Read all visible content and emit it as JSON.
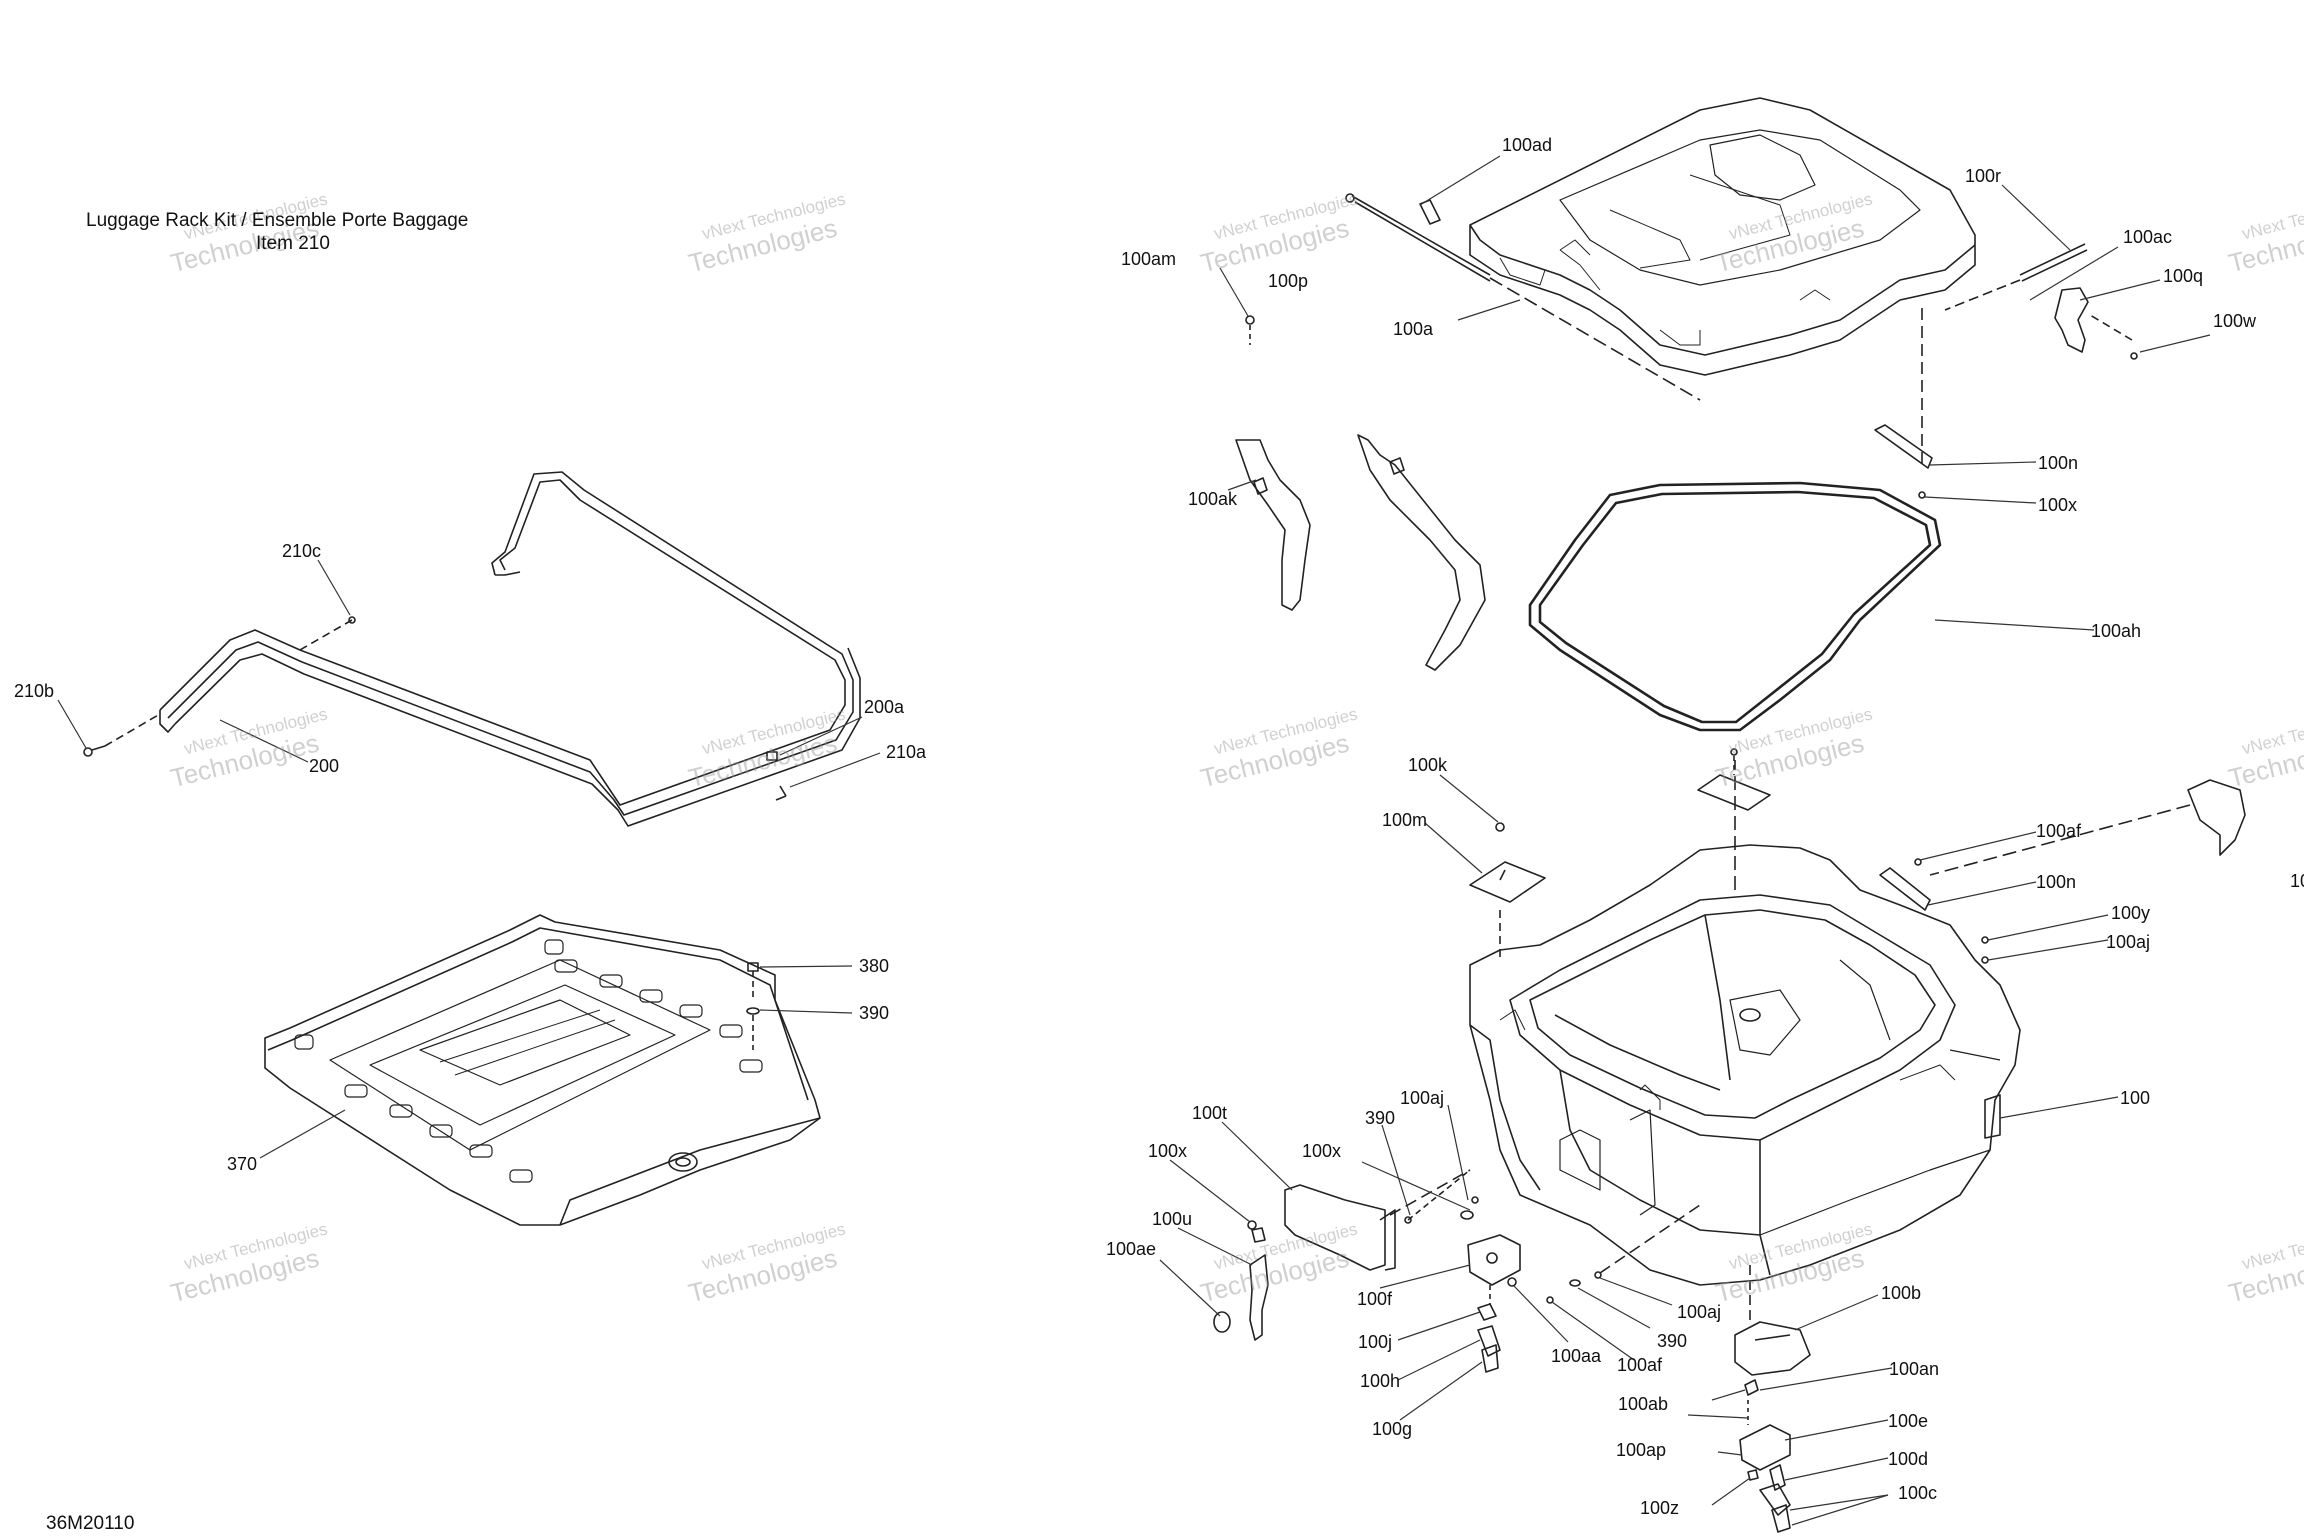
{
  "title": {
    "line1": "Luggage Rack Kit / Ensemble Porte Baggage",
    "line2": "Item 210"
  },
  "diagram_code": "36M20110",
  "watermark": {
    "line1": "vNext Technologies",
    "line2": "Technologies"
  },
  "callouts": {
    "c210c": "210c",
    "c210b": "210b",
    "c200": "200",
    "c200a": "200a",
    "c210a": "210a",
    "c380": "380",
    "c390a": "390",
    "c370": "370",
    "c100ad": "100ad",
    "c100am": "100am",
    "c100p": "100p",
    "c100a": "100a",
    "c100r": "100r",
    "c100ac": "100ac",
    "c100q": "100q",
    "c100w": "100w",
    "c100ak": "100ak",
    "c100n1": "100n",
    "c100x1": "100x",
    "c100ah": "100ah",
    "c100k": "100k",
    "c100m": "100m",
    "c100af1": "100af",
    "c100n2": "100n",
    "c100y": "100y",
    "c100aj1": "100aj",
    "c100": "100",
    "c100t": "100t",
    "c100aj2": "100aj",
    "c390b": "390",
    "c100x2": "100x",
    "c100x3": "100x",
    "c100u": "100u",
    "c100ae": "100ae",
    "c100f": "100f",
    "c100j": "100j",
    "c100h": "100h",
    "c100g": "100g",
    "c100aa": "100aa",
    "c100af2": "100af",
    "c390c": "390",
    "c100aj3": "100aj",
    "c100b": "100b",
    "c100an": "100an",
    "c100ab": "100ab",
    "c100e": "100e",
    "c100ap": "100ap",
    "c100d": "100d",
    "c100z": "100z",
    "c100c": "100c",
    "c10edge": "10"
  }
}
